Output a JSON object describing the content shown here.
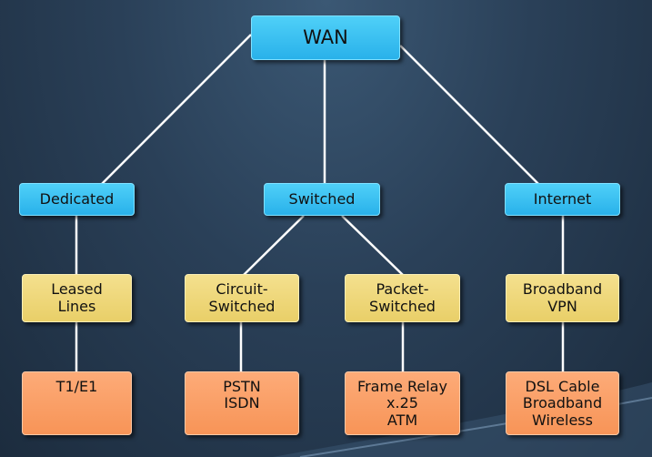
{
  "root": {
    "label": "WAN"
  },
  "categories": {
    "dedicated": "Dedicated",
    "switched": "Switched",
    "internet": "Internet"
  },
  "subtypes": {
    "leased_lines": "Leased\nLines",
    "circuit_switched": "Circuit-\nSwitched",
    "packet_switched": "Packet-\nSwitched",
    "broadband_vpn": "Broadband\nVPN"
  },
  "technologies": {
    "t1_e1": "T1/E1",
    "pstn_isdn": "PSTN\nISDN",
    "frame_relay": "Frame Relay\nx.25\nATM",
    "dsl_cable": "DSL Cable\nBroadband\nWireless"
  },
  "colors": {
    "top_level": "#33b9ee",
    "subtype": "#ecd470",
    "technology": "#fa9b60",
    "background": "#2a4058",
    "connector": "#ffffff"
  }
}
